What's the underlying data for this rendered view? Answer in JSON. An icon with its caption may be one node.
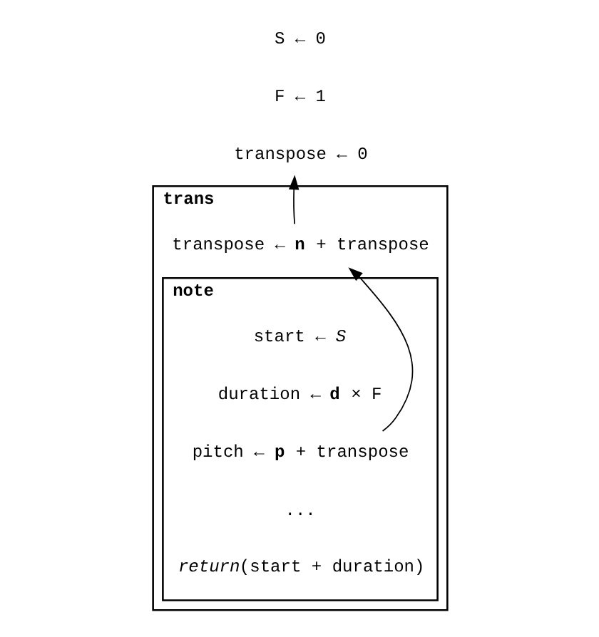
{
  "diagram": {
    "nodes": [
      {
        "text": [
          "transpose ← 0"
        ]
      },
      {
        "text": [
          "trans"
        ]
      },
      {
        "text": [
          "transpose ← **n** + transpose"
        ],
        "in": 1
      },
      {
        "text": [
          "note"
        ],
        "in": 1
      },
      {
        "text": [
          "start ← *S*"
        ],
        "in": 3
      },
      {
        "text": [
          "duration ← **d** × F"
        ],
        "in": 3
      },
      {
        "text": [
          "pitch ← **p** + transpose"
        ],
        "in": 3
      },
      {
        "text": [
          "..."
        ],
        "in": 3
      },
      {
        "text": [
          "*return*(start + duration)"
        ],
        "in": 3
      }
    ],
    "edges": [
      {
        "from": 2,
        "to": 0,
        "arrow": "to"
      },
      {
        "from": 6,
        "to": 2,
        "arrow": "to"
      }
    ],
    "labels": [
      "S ← 0",
      "F ← 1"
    ]
  }
}
